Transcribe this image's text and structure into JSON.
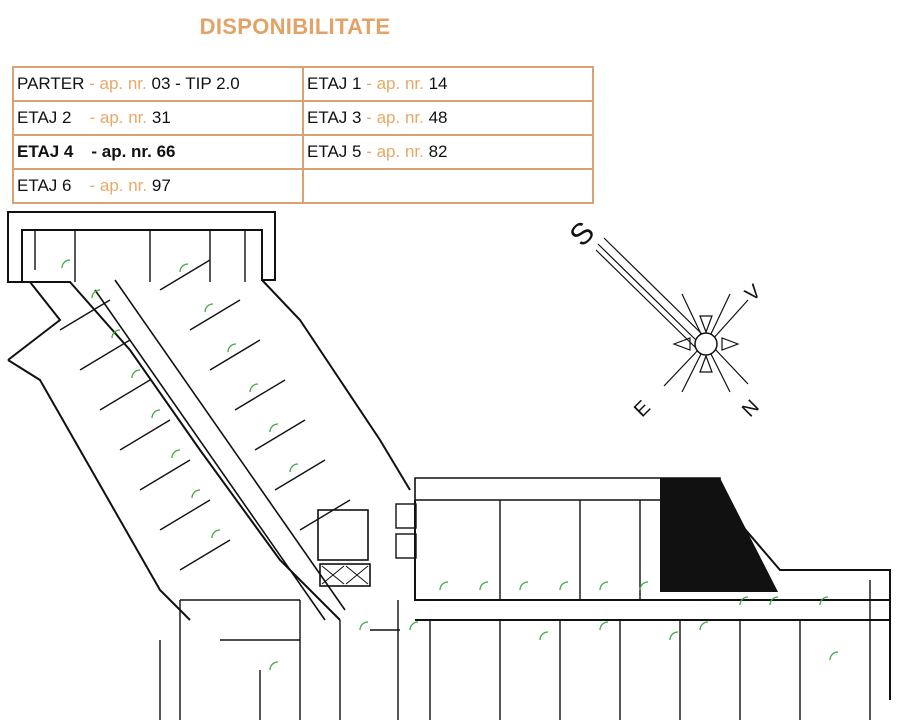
{
  "header": {
    "title": "DISPONIBILITATE"
  },
  "availability": {
    "rows": [
      [
        {
          "floor": "PARTER",
          "sep": " - ",
          "label": "ap. nr.",
          "number": "03",
          "suffix": " - TIP 2.0"
        },
        {
          "floor": "ETAJ 1",
          "sep": " - ",
          "label": "ap. nr.",
          "number": "14",
          "suffix": ""
        }
      ],
      [
        {
          "floor": "ETAJ  2",
          "sep": "    ",
          "label": "- ap. nr.",
          "number": "31",
          "suffix": ""
        },
        {
          "floor": "ETAJ 3",
          "sep": " - ",
          "label": "ap. nr.",
          "number": "48",
          "suffix": ""
        }
      ],
      [
        {
          "floor": "ETAJ  4",
          "sep": "    ",
          "label": "- ap. nr.",
          "number": "66",
          "suffix": ""
        },
        {
          "floor": "ETAJ 5",
          "sep": " - ",
          "label": "ap. nr.",
          "number": "82",
          "suffix": ""
        }
      ],
      [
        {
          "floor": "ETAJ  6",
          "sep": "    ",
          "label": "- ap. nr.",
          "number": "97",
          "suffix": ""
        },
        {
          "floor": "",
          "sep": "",
          "label": "",
          "number": "",
          "suffix": ""
        }
      ]
    ],
    "highlighted_floor": "ETAJ  4"
  },
  "compass": {
    "south": "S",
    "east": "V",
    "north": "N",
    "west": "E"
  },
  "colors": {
    "accent": "#E3A266",
    "border": "#D9A273",
    "plan": "#111111",
    "door": "#3DAA3D"
  }
}
